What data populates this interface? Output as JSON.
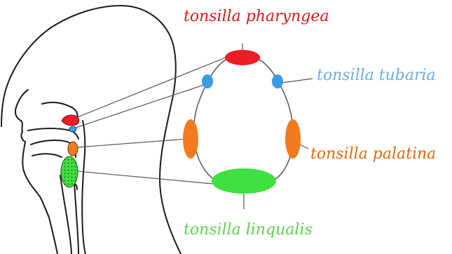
{
  "labels": {
    "pharyngea": "tonsilla pharyngea",
    "tubaria": "tonsilla tubaria",
    "palatina": "tonsilla palatina",
    "lingualis": "tonsilla linqualis"
  },
  "colors": {
    "pharyngea": "#ee1c24",
    "tubaria": "#3b9be0",
    "palatina": "#f47a1f",
    "lingualis": "#3fe03f",
    "label_pharyngea": "#d61a1a",
    "label_tubaria": "#6aaee0",
    "label_palatina": "#e06a10",
    "label_lingualis": "#5fd14f",
    "outline": "#1a1a1a",
    "leader": "#555555"
  }
}
